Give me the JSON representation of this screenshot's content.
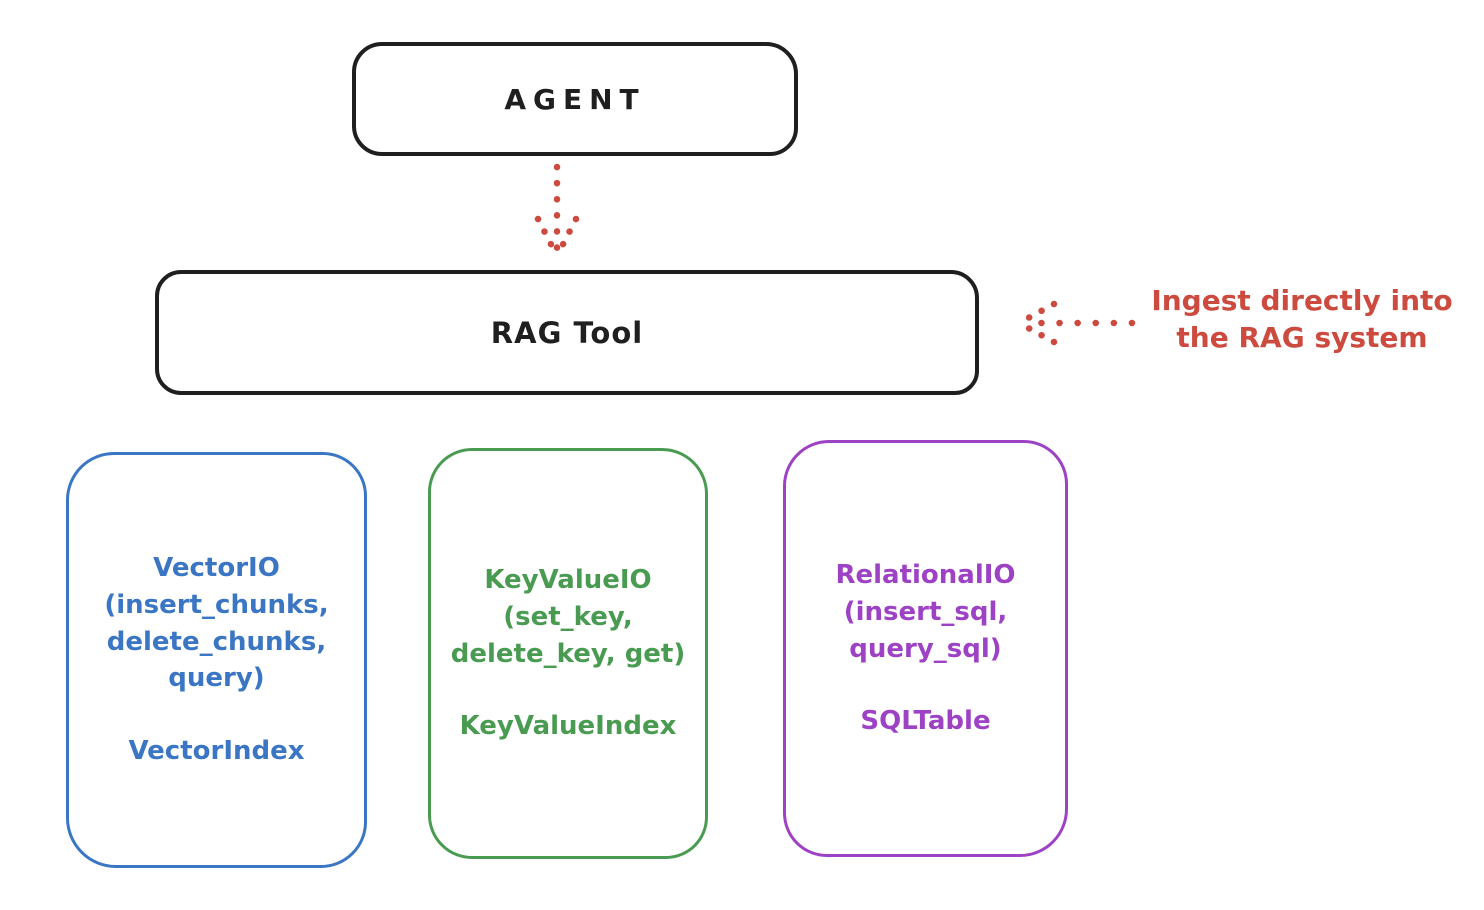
{
  "colors": {
    "ink": "#1f1f1f",
    "red": "#cc4a3e",
    "blue": "#3a76c4",
    "green": "#4a9b52",
    "purple": "#9d41c5",
    "background": "#ffffff"
  },
  "diagram": {
    "agent_box": {
      "label": "AGENT"
    },
    "rag_tool_box": {
      "label": "RAG Tool"
    },
    "agent_to_rag_arrow": {
      "style": "dotted",
      "direction": "down",
      "color": "#cc4a3e"
    },
    "annotation": {
      "text": "Ingest directly into\nthe RAG system",
      "arrow": {
        "style": "dotted",
        "direction": "left",
        "color": "#cc4a3e"
      }
    },
    "storage_boxes": [
      {
        "name": "vector-io",
        "color": "#3a76c4",
        "io_label": "VectorIO\n(insert_chunks,\ndelete_chunks,\nquery)",
        "index_label": "VectorIndex"
      },
      {
        "name": "keyvalue-io",
        "color": "#4a9b52",
        "io_label": "KeyValueIO\n(set_key,\ndelete_key, get)",
        "index_label": "KeyValueIndex"
      },
      {
        "name": "relational-io",
        "color": "#9d41c5",
        "io_label": "RelationalIO\n(insert_sql,\nquery_sql)",
        "index_label": "SQLTable"
      }
    ]
  }
}
